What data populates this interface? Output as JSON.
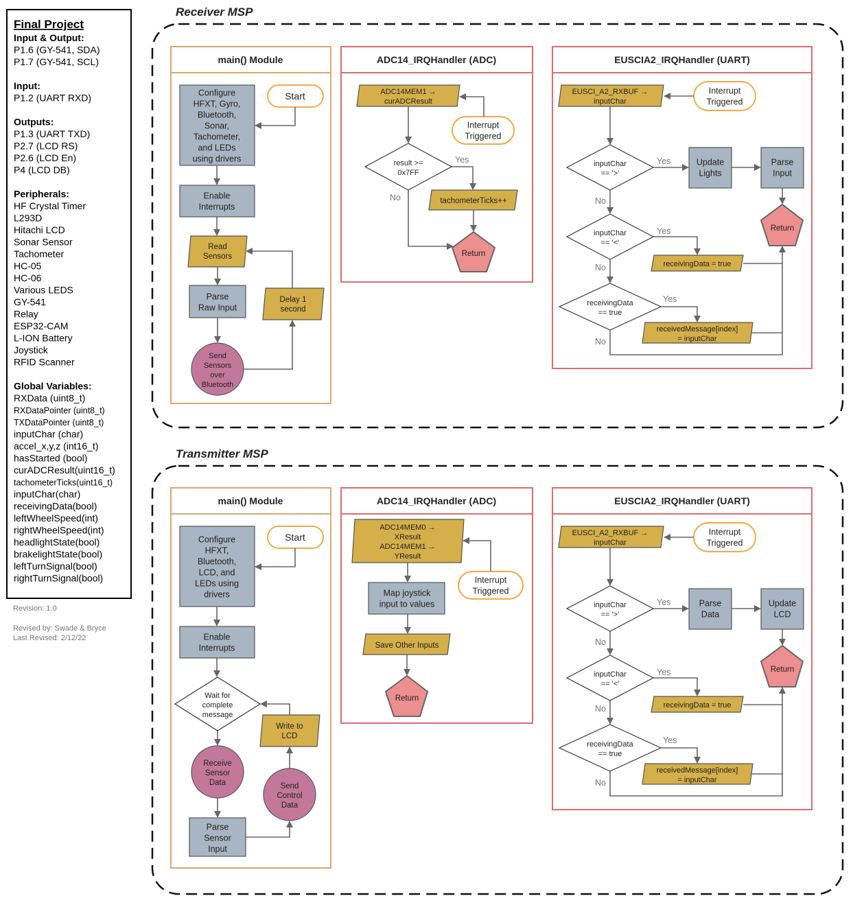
{
  "legend": {
    "title": "Final Project",
    "sections": [
      {
        "heading": "Input & Output:",
        "items": [
          "P1.6 (GY-541, SDA)",
          "P1.7 (GY-541, SCL)"
        ]
      },
      {
        "heading": "Input:",
        "items": [
          "P1.2 (UART RXD)"
        ]
      },
      {
        "heading": "Outputs:",
        "items": [
          "P1.3 (UART TXD)",
          "P2.7 (LCD RS)",
          "P2.6 (LCD En)",
          "P4    (LCD DB)"
        ]
      },
      {
        "heading": "Peripherals:",
        "items": [
          "HF Crystal Timer",
          "L293D",
          "Hitachi LCD",
          "Sonar Sensor",
          "Tachometer",
          "HC-05",
          "HC-06",
          "Various LEDS",
          "GY-541",
          "Relay",
          "ESP32-CAM",
          "L-ION Battery",
          "Joystick",
          "RFID Scanner"
        ]
      },
      {
        "heading": "Global Variables:",
        "items": [
          "RXData (uint8_t)",
          "RXDataPointer (uint8_t)",
          "TXDataPointer (uint8_t)",
          "inputChar (char)",
          "accel_x,y,z (int16_t)",
          "hasStarted (bool)",
          "curADCResult(uint16_t)",
          "tachometerTicks(uint16_t)",
          "inputChar(char)",
          "receivingData(bool)",
          "leftWheelSpeed(int)",
          "rightWheelSpeed(int)",
          "headlightState(bool)",
          "brakelightState(bool)",
          "leftTurnSignal(bool)",
          "rightTurnSignal(bool)"
        ]
      }
    ],
    "revision": "Revision: 1.0",
    "revised_by": "Revised by: Swade & Bryce",
    "last_revised": "Last Revised: 2/12/22"
  },
  "receiver": {
    "title": "Receiver MSP",
    "main": {
      "title": "main() Module",
      "configure": [
        "Configure",
        "HFXT, Gyro,",
        "Bluetooth,",
        "Sonar,",
        "Tachometer,",
        "and LEDs",
        "using drivers"
      ],
      "start": "Start",
      "enable": [
        "Enable",
        "Interrupts"
      ],
      "read": [
        "Read",
        "Sensors"
      ],
      "parse": [
        "Parse",
        "Raw Input"
      ],
      "delay": [
        "Delay 1",
        "second"
      ],
      "send": [
        "Send",
        "Sensors",
        "over",
        "Bluetooth"
      ]
    },
    "adc": {
      "title": "ADC14_IRQHandler (ADC)",
      "mem": [
        "ADC14MEM1 →",
        "curADCResult"
      ],
      "interrupt": [
        "Interrupt",
        "Triggered"
      ],
      "decision": [
        "result >=",
        "0x7FF"
      ],
      "yes": "Yes",
      "no": "No",
      "ticks": "tachometerTicks++",
      "ret": "Return"
    },
    "uart": {
      "title": "EUSCIA2_IRQHandler (UART)",
      "buf": [
        "EUSCI_A2_RXBUF →",
        "inputChar"
      ],
      "interrupt": [
        "Interrupt",
        "Triggered"
      ],
      "d1": [
        "inputChar",
        "== '>'"
      ],
      "act1": [
        "Update",
        "Lights"
      ],
      "act2": [
        "Parse",
        "Input"
      ],
      "ret": "Return",
      "d2": [
        "inputChar",
        "== '<'"
      ],
      "recv_true": "receivingData = true",
      "d3": [
        "receivingData",
        "== true"
      ],
      "msg": [
        "receivedMessage[index]",
        "= inputChar"
      ],
      "yes": "Yes",
      "no": "No"
    }
  },
  "transmitter": {
    "title": "Transmitter MSP",
    "main": {
      "title": "main() Module",
      "configure": [
        "Configure",
        "HFXT,",
        "Bluetooth,",
        "LCD, and",
        "LEDs using",
        "drivers"
      ],
      "start": "Start",
      "enable": [
        "Enable",
        "Interrupts"
      ],
      "wait": [
        "Wait for",
        "complete",
        "message"
      ],
      "write": [
        "Write to",
        "LCD"
      ],
      "receive": [
        "Receive",
        "Sensor",
        "Data"
      ],
      "send": [
        "Send",
        "Control",
        "Data"
      ],
      "parse": [
        "Parse",
        "Sensor",
        "Input"
      ]
    },
    "adc": {
      "title": "ADC14_IRQHandler (ADC)",
      "mem": [
        "ADC14MEM0 →",
        "XResult",
        "ADC14MEM1 →",
        "YResult"
      ],
      "interrupt": [
        "Interrupt",
        "Triggered"
      ],
      "map": [
        "Map joystick",
        "input to values"
      ],
      "save": "Save Other Inputs",
      "ret": "Return"
    },
    "uart": {
      "title": "EUSCIA2_IRQHandler (UART)",
      "buf": [
        "EUSCI_A2_RXBUF →",
        "inputChar"
      ],
      "interrupt": [
        "Interrupt",
        "Triggered"
      ],
      "d1": [
        "inputChar",
        "== '>'"
      ],
      "act1": [
        "Parse",
        "Data"
      ],
      "act2": [
        "Update",
        "LCD"
      ],
      "ret": "Return",
      "d2": [
        "inputChar",
        "== '<'"
      ],
      "recv_true": "receivingData = true",
      "d3": [
        "receivingData",
        "== true"
      ],
      "msg": [
        "receivedMessage[index]",
        "= inputChar"
      ],
      "yes": "Yes",
      "no": "No"
    }
  },
  "colors": {
    "process": "#a7b6c2",
    "io": "#d4af4a",
    "terminal": "#f4a940",
    "return": "#ec8f8e",
    "circle": "#c2779b",
    "main_border": "#d9a86e",
    "handler_border": "#dd6c6c",
    "arrow": "#666666"
  }
}
